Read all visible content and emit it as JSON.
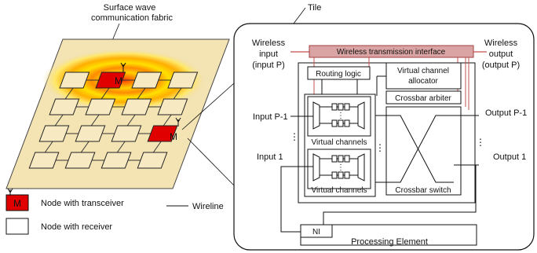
{
  "left": {
    "fabric_title_line1": "Surface wave",
    "fabric_title_line2": "communication fabric",
    "node_label": "M",
    "legend": {
      "transceiver_symbol": "M",
      "transceiver": "Node with transceiver",
      "wireline": "Wireline",
      "receiver": "Node with receiver"
    }
  },
  "tile": {
    "title": "Tile",
    "wireless_input_line1": "Wireless",
    "wireless_input_line2": "input",
    "wireless_input_line3": "(input P)",
    "wireless_output_line1": "Wireless",
    "wireless_output_line2": "output",
    "wireless_output_line3": "(output P)",
    "wireless_interface": "Wireless transmission interface",
    "routing_logic": "Routing logic",
    "vc_allocator_line1": "Virtual channel",
    "vc_allocator_line2": "allocator",
    "crossbar_arbiter": "Crossbar arbiter",
    "input_p1": "Input P-1",
    "input_1": "Input 1",
    "output_p1": "Output P-1",
    "output_1": "Output 1",
    "virtual_channels": "Virtual channels",
    "crossbar_switch": "Crossbar switch",
    "ni": "NI",
    "processing_element": "Processing Element"
  },
  "colors": {
    "accent_red": "#c0504d",
    "node_red": "#e00000",
    "node_fill": "#f7eac2",
    "interface_fill": "#dba4a4"
  }
}
